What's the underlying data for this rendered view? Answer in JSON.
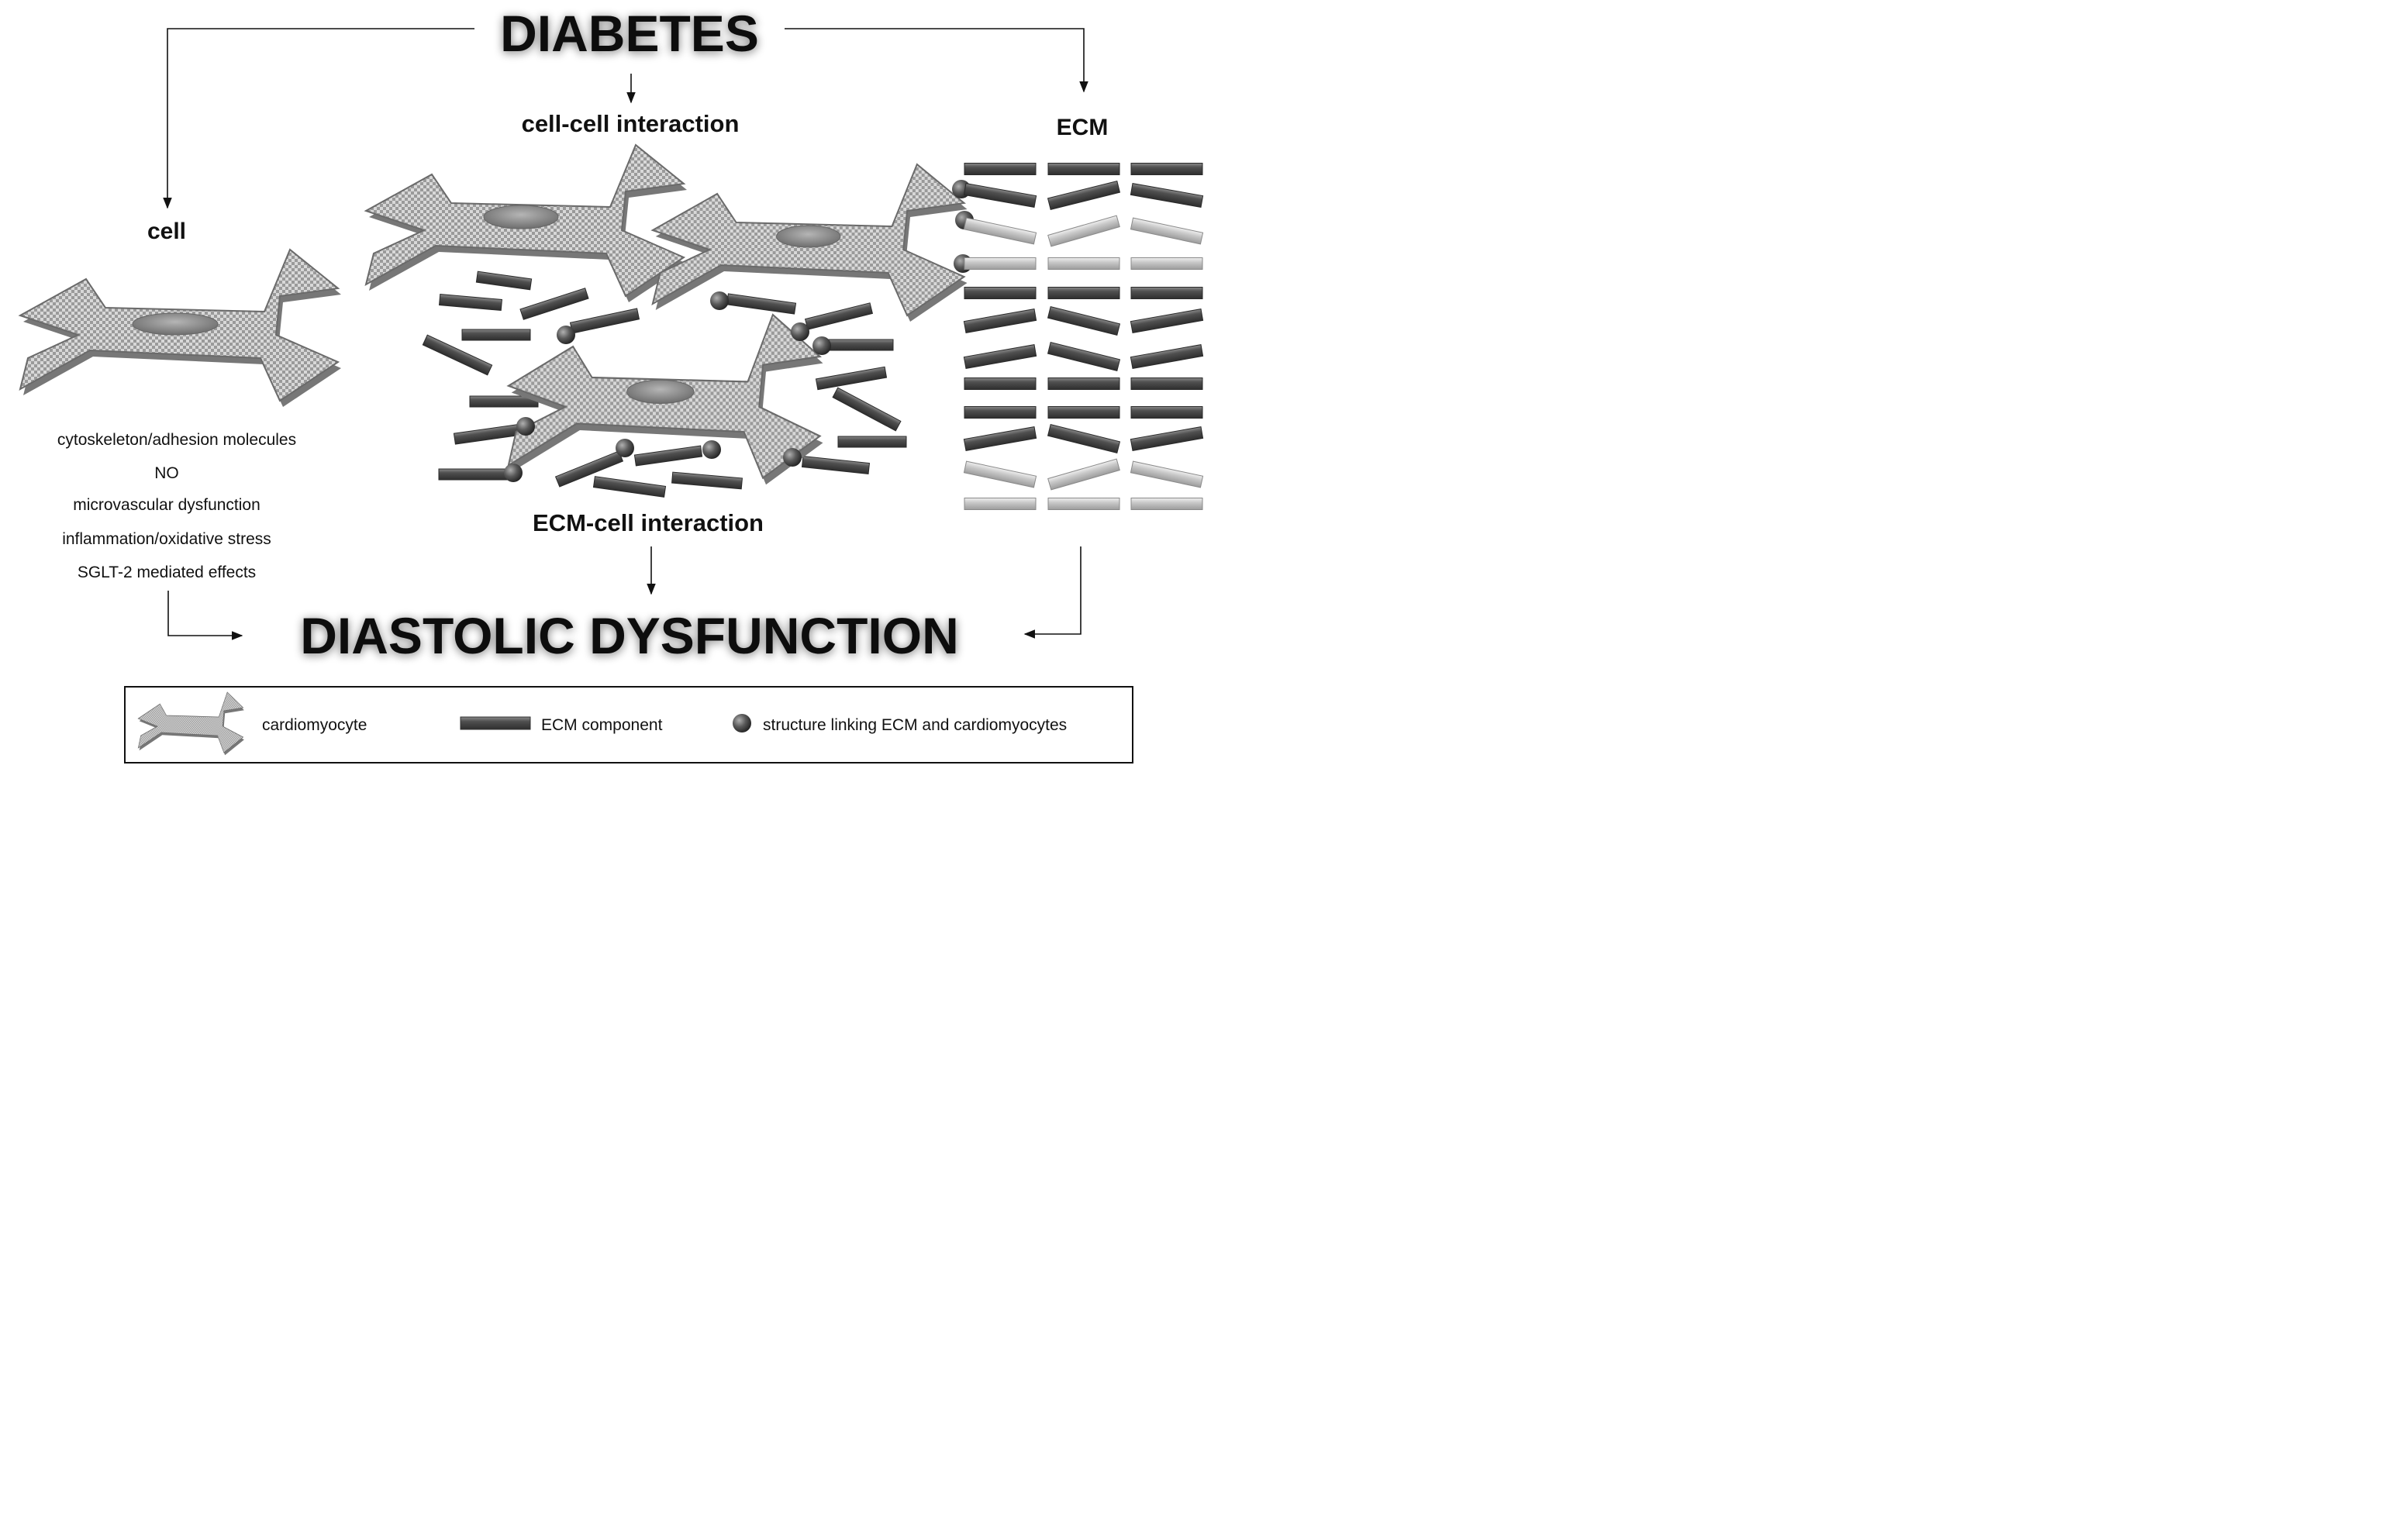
{
  "title": "DIABETES",
  "outcome": "DIASTOLIC DYSFUNCTION",
  "levels": {
    "cell": "cell",
    "cell_cell": "cell-cell interaction",
    "ecm": "ECM",
    "ecm_cell": "ECM-cell interaction"
  },
  "cell_factors": [
    "cytoskeleton/adhesion molecules",
    "NO",
    "microvascular dysfunction",
    "inflammation/oxidative stress",
    "SGLT-2 mediated effects"
  ],
  "legend": {
    "cardiomyocyte": "cardiomyocyte",
    "ecm_component": "ECM component",
    "linker": "structure linking ECM and cardiomyocytes"
  },
  "colors": {
    "cell_fill": "#d6d6d6",
    "cell_check": "#9a9a9a",
    "cell_edge": "#666666",
    "nucleus": "#8c8c8c",
    "ecm_dark": "#4d4d4d",
    "ecm_light": "#c8c8c8",
    "linker": "#555555",
    "arrow": "#111111"
  }
}
